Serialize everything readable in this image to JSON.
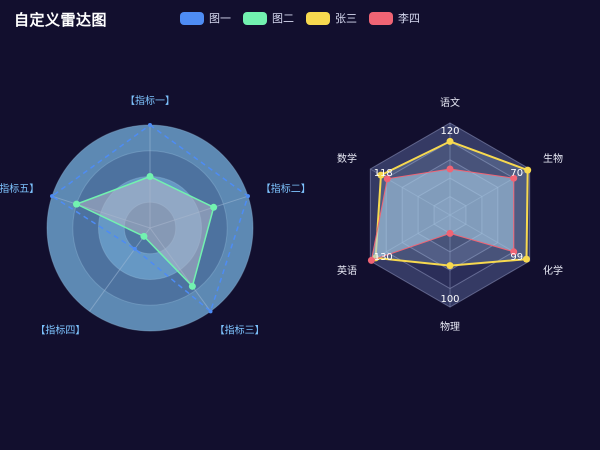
{
  "title": "自定义雷达图",
  "legend": [
    {
      "name": "图一",
      "color": "#4e8cf4"
    },
    {
      "name": "图二",
      "color": "#72f2b0"
    },
    {
      "name": "张三",
      "color": "#f7d94f"
    },
    {
      "name": "李四",
      "color": "#f06474"
    }
  ],
  "chart_data": [
    {
      "type": "radar",
      "shape": "circle",
      "indicators": [
        "【指标一】",
        "【指标二】",
        "【指标三】",
        "【指标四】",
        "【指标五】"
      ],
      "max": 100,
      "grid": true,
      "series": [
        {
          "name": "图一",
          "color": "#4e8cf4",
          "values": [
            100,
            100,
            100,
            25,
            100
          ]
        },
        {
          "name": "图二",
          "color": "#72f2b0",
          "values": [
            50,
            65,
            70,
            10,
            75
          ]
        }
      ]
    },
    {
      "type": "radar",
      "shape": "polygon",
      "indicators": [
        {
          "name": "语文",
          "max": 150,
          "label": "120"
        },
        {
          "name": "生物",
          "max": 80,
          "label": "70"
        },
        {
          "name": "化学",
          "max": 100,
          "label": "99"
        },
        {
          "name": "物理",
          "max": 100,
          "label": "100"
        },
        {
          "name": "英语",
          "max": 150,
          "label": "130"
        },
        {
          "name": "数学",
          "max": 150,
          "label": "118"
        }
      ],
      "grid": true,
      "series": [
        {
          "name": "张三",
          "color": "#f7d94f",
          "values": [
            120,
            78,
            96,
            55,
            140,
            130
          ]
        },
        {
          "name": "李四",
          "color": "#f06474",
          "values": [
            75,
            64,
            80,
            20,
            148,
            118
          ]
        }
      ]
    }
  ]
}
